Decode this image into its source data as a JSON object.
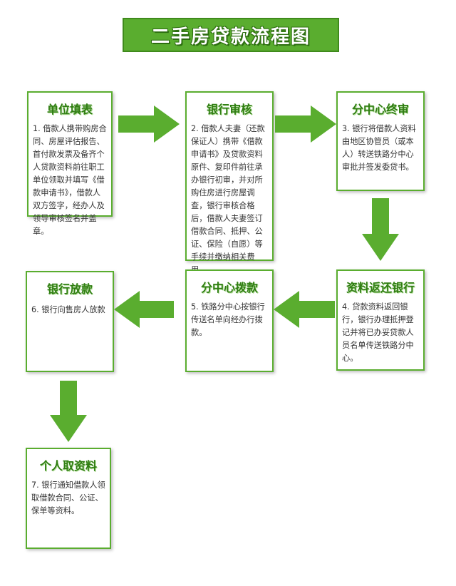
{
  "title": "二手房贷款流程图",
  "steps": [
    {
      "title": "单位填表",
      "text": "1. 借款人携带购房合同、房屋评估报告、首付款发票及备齐个人贷款资料前往职工单位领取并填写《借款申请书》，借款人双方签字，经办人及领导审核签名并盖章。"
    },
    {
      "title": "银行审核",
      "text": "2. 借款人夫妻（还款保证人）携带《借款申请书》及贷款资料原件、复印件前往承办银行初审，并对所购住房进行房屋调查，银行审核合格后，借款人夫妻签订借款合同、抵押、公证、保险（自愿）等手续并缴纳相关费用。"
    },
    {
      "title": "分中心终审",
      "text": "3. 银行将借款人资料由地区协管员（或本人）转送铁路分中心审批并签发委贷书。"
    },
    {
      "title": "资料返还银行",
      "text": "4. 贷款资料返回银行，银行办理抵押登记并将已办妥贷款人员名单传送铁路分中心。"
    },
    {
      "title": "分中心拨款",
      "text": "5. 铁路分中心按银行传送名单向经办行拨款。"
    },
    {
      "title": "银行放款",
      "text": "6. 银行向售房人放款"
    },
    {
      "title": "个人取资料",
      "text": "7. 银行通知借款人领取借款合同、公证、保单等资料。"
    }
  ],
  "colors": {
    "green": "#5aad2f",
    "dark_green": "#2f7d12"
  }
}
